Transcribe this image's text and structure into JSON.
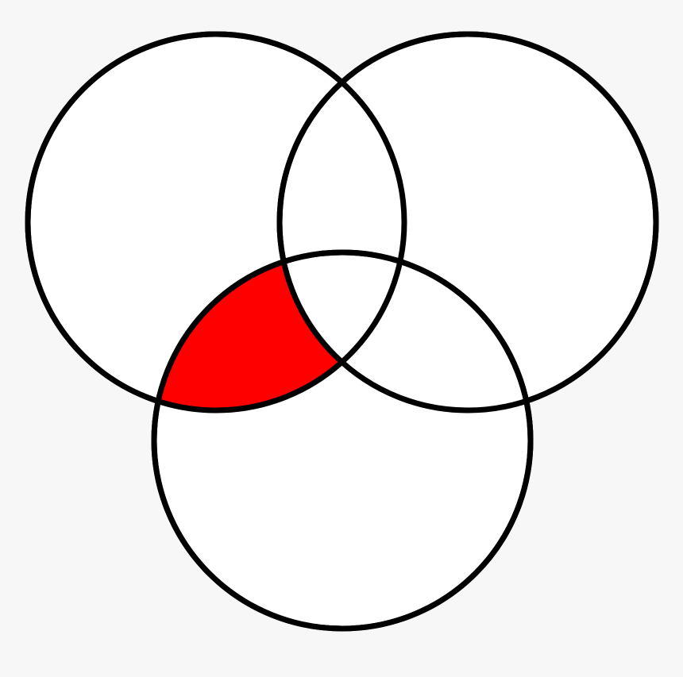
{
  "diagram": {
    "type": "venn",
    "set_count": 3,
    "sets": [
      {
        "id": "left",
        "label": ""
      },
      {
        "id": "right",
        "label": ""
      },
      {
        "id": "bottom",
        "label": ""
      }
    ],
    "highlighted_region": {
      "description_sets_in": [
        "left",
        "bottom"
      ],
      "description_sets_out": [
        "right"
      ],
      "color": "#ff0000"
    },
    "colors": {
      "background": "#f7f7f7",
      "circle_fill": "#ffffff",
      "stroke": "#000000",
      "highlight": "#ff0000"
    }
  }
}
